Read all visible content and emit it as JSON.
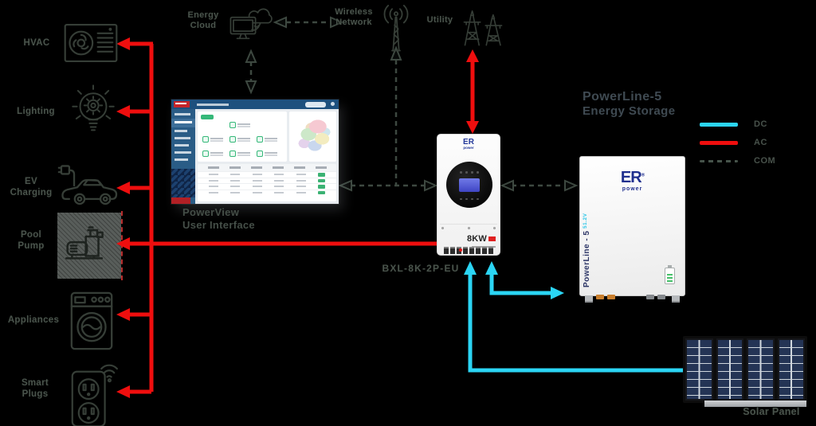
{
  "top_nodes": {
    "energy_cloud": {
      "label": "Energy Cloud"
    },
    "wireless_network": {
      "label": "Wireless Network"
    },
    "utility": {
      "label": "Utility"
    }
  },
  "loads": [
    {
      "label": "HVAC"
    },
    {
      "label": "Lighting"
    },
    {
      "label": "EV Charging"
    },
    {
      "label": "Pool Pump"
    },
    {
      "label": "Appliances"
    },
    {
      "label": "Smart Plugs"
    }
  ],
  "powerview": {
    "caption_line1": "PowerView",
    "caption_line2": "User Interface"
  },
  "inverter": {
    "model": "BXL-8K-2P-EU",
    "brand": "ER",
    "brand_sub": "power",
    "rating": "8KW"
  },
  "battery": {
    "title_line1": "PowerLine-5",
    "title_line2": "Energy Storage",
    "brand": "ER",
    "brand_sub": "power",
    "side_model": "PowerLine - 5",
    "side_voltage": "51.2V"
  },
  "legend": {
    "dc_label": "DC",
    "ac_label": "AC",
    "com_label": "COM"
  },
  "solar": {
    "label": "Solar Panel"
  },
  "colors": {
    "ac": "#ef0e0e",
    "dc": "#2bd5f4",
    "com": "#3d4840",
    "label_text": "#4a544c",
    "background": "#000000"
  }
}
